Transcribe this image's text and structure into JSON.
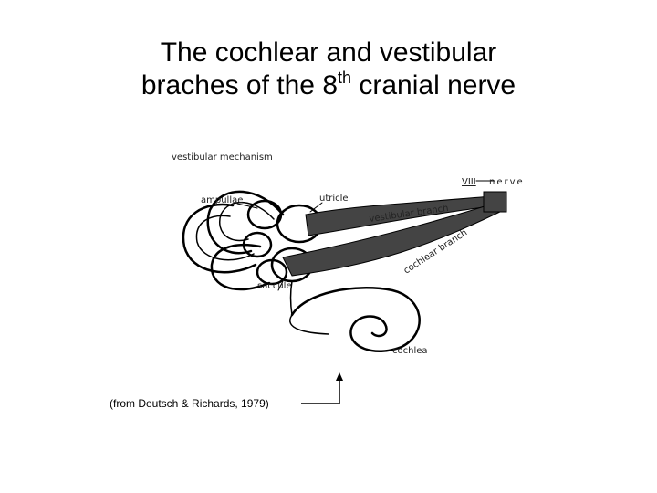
{
  "slide": {
    "title_line1": "The cochlear and vestibular",
    "title_line2_pre": "braches of the 8",
    "title_sup": "th",
    "title_line2_post": " cranial nerve"
  },
  "figure": {
    "labels": {
      "vestibular_mechanism": "vestibular mechanism",
      "ampullae": "ampullae",
      "utricle": "utricle",
      "nerve_numeral": "VIII",
      "nerve": "nerve",
      "vestibular_branch": "vestibular branch",
      "cochlear_branch": "cochlear branch",
      "saccule": "saccule",
      "cochlea": "cochlea"
    }
  },
  "citation": "(from Deutsch & Richards, 1979)",
  "colors": {
    "ink": "#000000",
    "nerve_fill": "#444444",
    "background": "#ffffff"
  }
}
